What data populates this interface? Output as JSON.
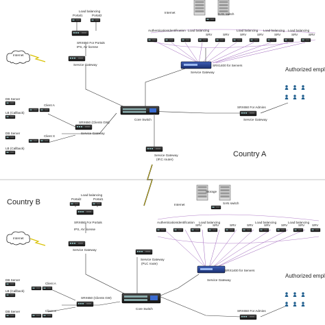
{
  "countryA": {
    "name": "Country A",
    "internet": "Internet",
    "portal_a": "Portal1",
    "portal_b": "Portal2",
    "load_balancing_top": "Load balancing",
    "portals_device": "SRX650 For Portals",
    "portals_sub": "IPS, AV license",
    "portals_gw": "Service Gateway",
    "core_switch": "Core Switch",
    "clients_dev": "SRX650 (Clients GW)",
    "clients_gw": "Service Gateway",
    "router_gw": "Service Gateway",
    "router_sub": "(IP,C router)",
    "servers_dev": "SRX1400 for Servers",
    "servers_gw": "Service Gateway",
    "admins_dev": "SRX650 For Admins",
    "admins_gw": "Service Gateway",
    "authorized": "Authorized employees",
    "client_a": "Client A",
    "client_x": "Client X",
    "db_server": "DB Server",
    "lb_callback": "LB (Callback)",
    "top_internet": "Internet",
    "top_lb": "SAN switch",
    "row_labels": [
      "Authentication",
      "Identification",
      "Load balancing",
      "Load balancing",
      "Load balancing",
      "Load balancing"
    ],
    "srv_labels": [
      "SRV",
      "SRV",
      "SRV",
      "SRV",
      "SRV",
      "SRV",
      "SRV",
      "SRV",
      "SRV"
    ]
  },
  "countryB": {
    "name": "Country B",
    "internet": "Internet",
    "portal_a": "Portal2",
    "portal_b": "Portal1",
    "load_balancing_top": "Load balancing",
    "portals_device": "SRX650 For Portals",
    "portals_sub": "IPS, AV license",
    "portals_gw": "Service Gateway",
    "core_switch": "Core Switch",
    "clients_dev": "SRX650 (Clients GW)",
    "router_gw": "Service Gateway",
    "router_sub": "(PLC route)",
    "servers_dev": "SRX1400 for Servers",
    "servers_gw": "Service Gateway",
    "admins_dev": "SRX650 For Admins",
    "authorized": "Authorized employees",
    "client_a": "Client A",
    "client_x": "Client X",
    "db_server": "DB Server",
    "lb_callback": "LB (Callback)",
    "top_storage": "Storage",
    "top_switch": "SAN switch",
    "top_internet": "Internet",
    "row_labels": [
      "Authentication",
      "Identification",
      "Load balancing",
      "Load balancing",
      "Load balancing"
    ],
    "srv_labels": [
      "SRV",
      "SRV",
      "SRV",
      "SRV",
      "SRV",
      "SRV",
      "SRV",
      "SRV"
    ]
  }
}
